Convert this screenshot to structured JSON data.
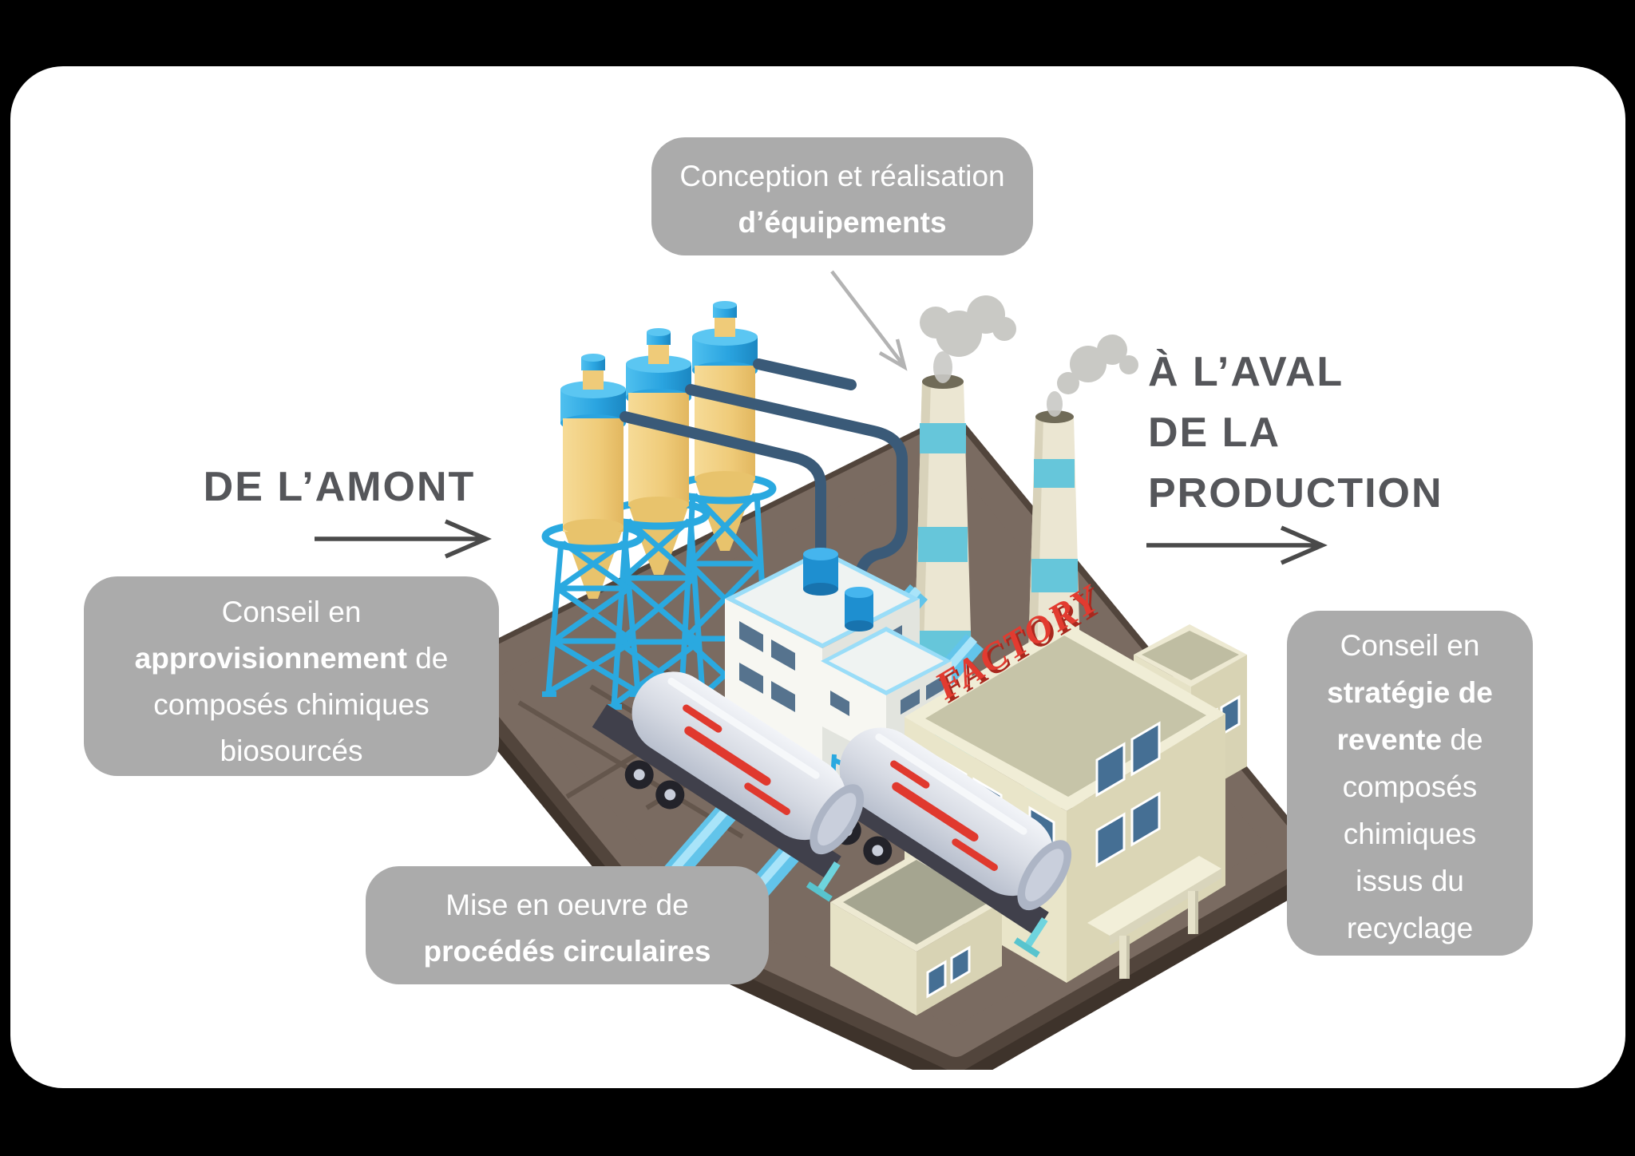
{
  "colors": {
    "background": "#000000",
    "card": "#ffffff",
    "box_gray": "#ababab",
    "box_text": "#ffffff",
    "heading_text": "#55565a",
    "arrow_dark": "#4a4a4a",
    "arrow_gray": "#b3b3b3",
    "lattice_blue": "#2aa9e0",
    "pipe_dark": "#3a5a78",
    "silo_yellow": "#efcb79",
    "chimney_stripe": "#66c6da",
    "building_cream": "#e9e5c9",
    "ground_brown": "#7a6b61",
    "sign_red": "#e23b30",
    "tank_gray": "#dfe3ea"
  },
  "top_box": {
    "line1": "Conception et réalisation",
    "line2": "d’équipements"
  },
  "amont": {
    "heading": "DE L’AMONT"
  },
  "aval": {
    "line1": "À L’AVAL",
    "line2": "DE LA",
    "line3": "PRODUCTION"
  },
  "left_box": {
    "line1": "Conseil en",
    "line2_bold": "approvisionnement",
    "line2_rest": " de",
    "line3": "composés chimiques",
    "line4": "biosourcés"
  },
  "bottom_box": {
    "line1": "Mise en oeuvre de",
    "line2": "procédés circulaires"
  },
  "right_box": {
    "line1": "Conseil en",
    "line2_bold": "stratégie de",
    "line3_bold": "revente",
    "line3_rest": " de",
    "line4": "composés",
    "line5": "chimiques",
    "line6": "issus du",
    "line7": "recyclage"
  },
  "factory": {
    "sign": "FACTORY"
  }
}
